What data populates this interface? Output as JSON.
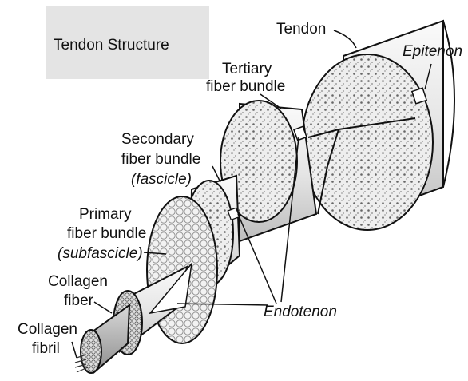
{
  "title": "Tendon Structure",
  "labels": {
    "tendon": "Tendon",
    "epitenon": "Epitenon",
    "tertiary_line1": "Tertiary",
    "tertiary_line2": "fiber bundle",
    "secondary_line1": "Secondary",
    "secondary_line2": "fiber bundle",
    "secondary_line3": "(fascicle)",
    "primary_line1": "Primary",
    "primary_line2": "fiber bundle",
    "primary_line3": "(subfascicle)",
    "collagen_fiber_line1": "Collagen",
    "collagen_fiber_line2": "fiber",
    "collagen_fibril_line1": "Collagen",
    "collagen_fibril_line2": "fibril",
    "endotenon": "Endotenon"
  },
  "colors": {
    "title_box": "#e4e4e4",
    "tissue_light": "#efefef",
    "tissue_mid": "#d4d4d4",
    "tissue_dark": "#a8a8a8",
    "ink": "#111111"
  }
}
